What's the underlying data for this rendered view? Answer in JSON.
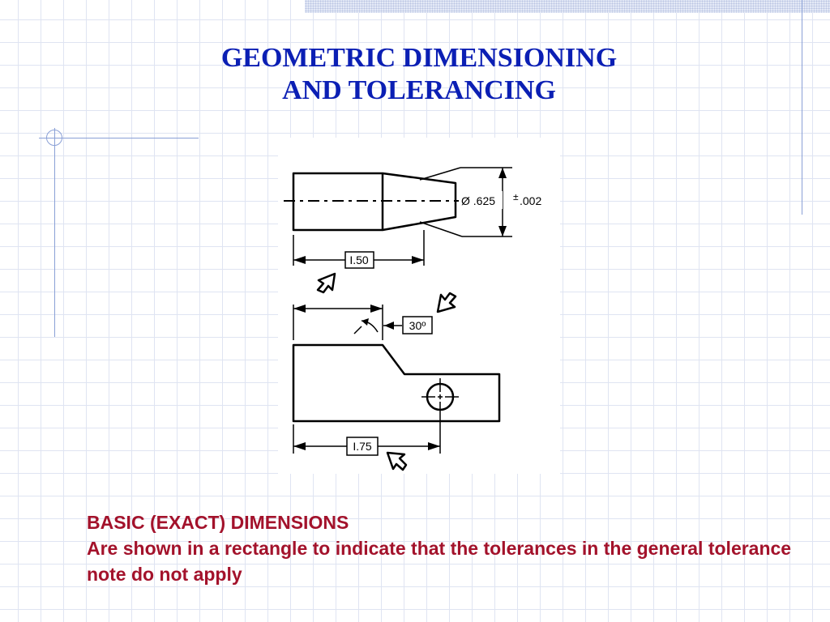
{
  "slide": {
    "title_line1": "GEOMETRIC DIMENSIONING",
    "title_line2": "AND TOLERANCING",
    "caption_heading": "BASIC (EXACT) DIMENSIONS",
    "caption_body": "Are shown in a rectangle to indicate that the tolerances in the general tolerance note do not apply"
  },
  "drawing": {
    "diameter_callout": "Ø .625",
    "tolerance_sign": "±",
    "tolerance_value": ".002",
    "basic_dim_1": "I.50",
    "basic_angle": "30º",
    "basic_dim_2": "I.75"
  },
  "colors": {
    "title": "#0b1fb4",
    "caption": "#a3122b",
    "grid": "#dfe4f2",
    "rules": "#8aa0d6"
  }
}
